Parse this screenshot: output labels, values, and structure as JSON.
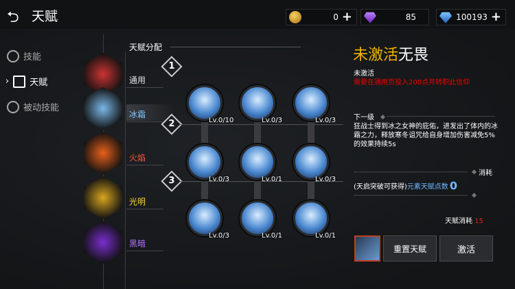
{
  "header": {
    "back_icon": "back-arrow-icon",
    "title": "天赋"
  },
  "currencies": [
    {
      "icon": "gold-coin-icon",
      "value": "0",
      "plus": "+",
      "color": "#c9962a"
    },
    {
      "icon": "purple-gem-icon",
      "value": "85",
      "plus": "",
      "color": "#8a3cd8"
    },
    {
      "icon": "blue-gem-icon",
      "value": "100193",
      "plus": "+",
      "color": "#2f7be8"
    }
  ],
  "sidebar": {
    "items": [
      {
        "label": "技能",
        "icon": "skill-icon"
      },
      {
        "label": "天赋",
        "icon": "book-icon",
        "active": true,
        "marker": "›"
      },
      {
        "label": "被动技能",
        "icon": "passive-icon"
      }
    ]
  },
  "talent_section": {
    "heading": "天赋分配"
  },
  "branches": [
    {
      "label": "通用",
      "color": "#e0e0e0",
      "art": "#c33"
    },
    {
      "label": "冰霜",
      "color": "#7fc4ff",
      "art": "#7ab8e8",
      "selected": true
    },
    {
      "label": "火焰",
      "color": "#ff5a3a",
      "art": "#e8601a"
    },
    {
      "label": "光明",
      "color": "#ffd23a",
      "art": "#d9a620"
    },
    {
      "label": "黑暗",
      "color": "#b070ff",
      "art": "#7a2ed0"
    }
  ],
  "tiers": [
    "1",
    "2",
    "3"
  ],
  "skills": [
    {
      "level": "Lv.0/10",
      "icon": "frost-hand-icon"
    },
    {
      "level": "Lv.0/3",
      "icon": "frost-warrior-icon"
    },
    {
      "level": "Lv.0/3",
      "icon": "ice-crystal-icon"
    },
    {
      "level": "Lv.0/3",
      "icon": "frost-swirl-icon"
    },
    {
      "level": "Lv.0/1",
      "icon": "ice-blade-icon"
    },
    {
      "level": "Lv.0/3",
      "icon": "frost-sword-icon"
    },
    {
      "level": "Lv.0/3",
      "icon": "frost-shield-icon"
    },
    {
      "level": "Lv.0/1",
      "icon": "ice-tornado-icon"
    },
    {
      "level": "Lv.0/1",
      "icon": "ice-sphere-icon"
    }
  ],
  "detail": {
    "title_a": "未激活",
    "title_b": "无畏",
    "status": "未激活",
    "requirement": "需要在通用页投入200点并转职此信仰",
    "next_level_label": "下一级",
    "description": "狂战士得到冰之女神的庇佑，进发出了体内的冰霜之力，释放寒冬诅咒给自身增加伤害减免5%的效果持续5s",
    "cost_label": "消耗",
    "element_prefix": "(天启突破可获得)",
    "element_label": "元素天赋点数",
    "element_value": "0",
    "talent_cost_label": "天赋消耗",
    "talent_cost_value": "15"
  },
  "buttons": {
    "item_icon": "frost-item-icon",
    "reset": "重置天赋",
    "activate": "激活"
  }
}
